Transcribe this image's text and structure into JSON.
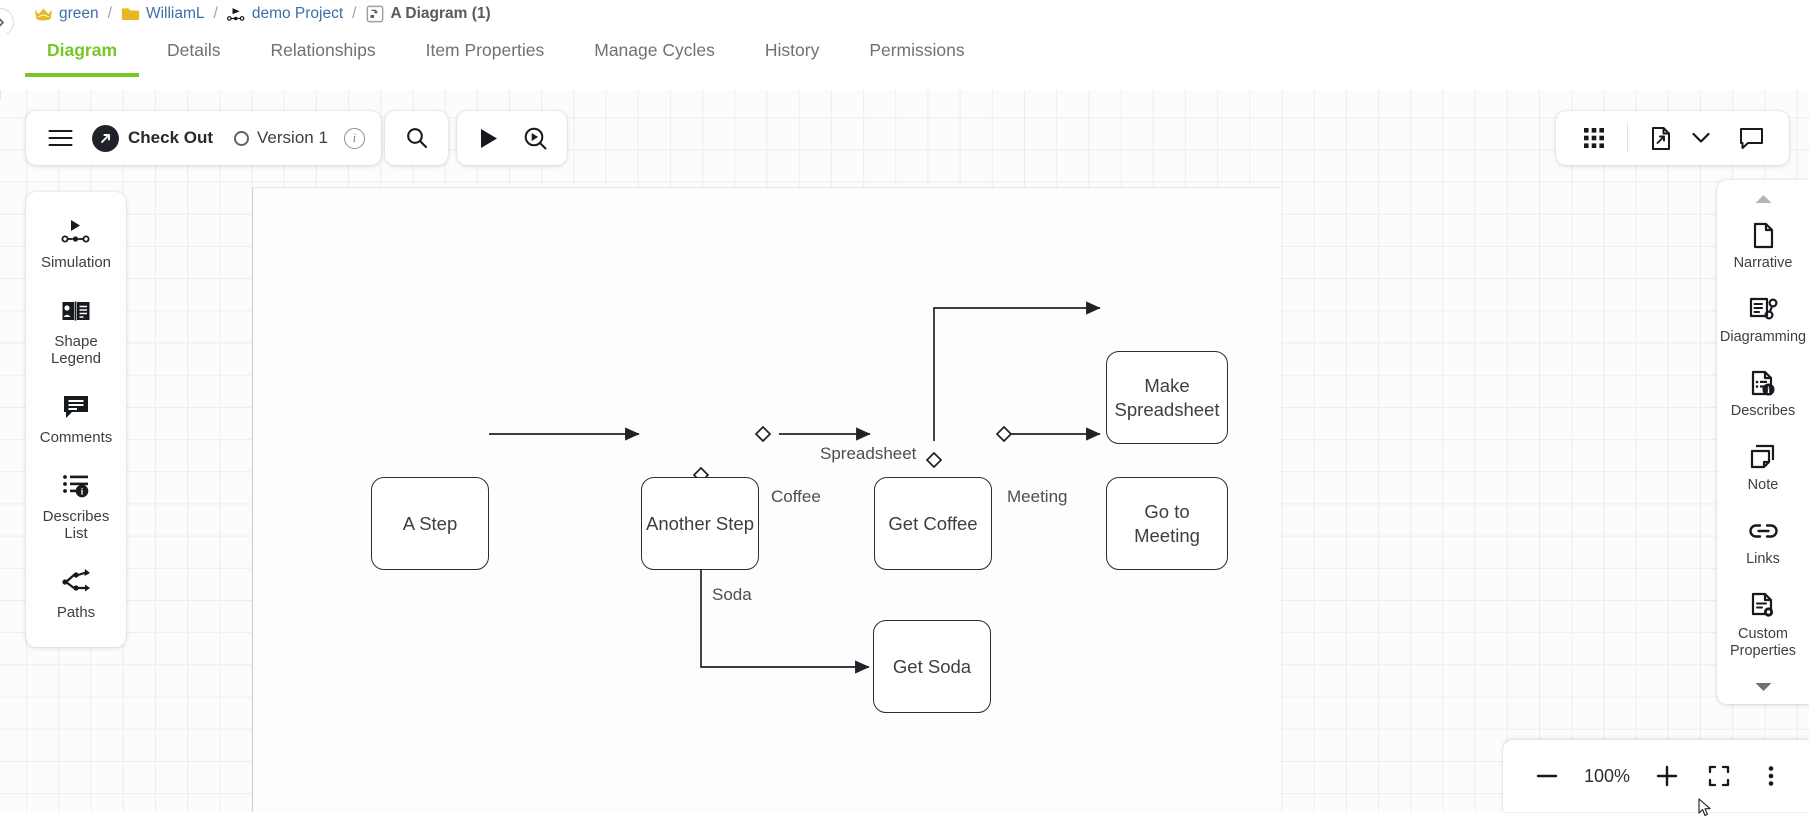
{
  "breadcrumb": {
    "items": [
      {
        "label": "green",
        "icon": "crown-icon",
        "type": "link"
      },
      {
        "label": "WilliamL",
        "icon": "folder-icon",
        "type": "link"
      },
      {
        "label": "demo Project",
        "icon": "project-flow-icon",
        "type": "link"
      },
      {
        "label": "A Diagram (1)",
        "icon": "diagram-icon",
        "type": "current"
      }
    ],
    "separator": "/",
    "collapse_icon": "chevron-right-icon"
  },
  "tabs": {
    "active": "Diagram",
    "items": [
      {
        "label": "Diagram"
      },
      {
        "label": "Details"
      },
      {
        "label": "Relationships"
      },
      {
        "label": "Item Properties"
      },
      {
        "label": "Manage Cycles"
      },
      {
        "label": "History"
      },
      {
        "label": "Permissions"
      }
    ]
  },
  "toolbar": {
    "menu_icon": "hamburger-menu-icon",
    "check_out_label": "Check Out",
    "check_out_icon": "arrow-out-circle-icon",
    "version_label": "Version 1",
    "version_icon": "circle-outline-icon",
    "info_label": "i",
    "search_icon": "search-icon",
    "play_icon": "play-icon",
    "play_inspect_icon": "play-in-circle-icon",
    "grid_icon": "grid-apps-icon",
    "export_icon": "file-export-icon",
    "chevron_icon": "chevron-down-icon",
    "comment_icon": "speech-bubble-icon"
  },
  "left_panel": {
    "items": [
      {
        "label": "Simulation",
        "icon": "simulation-icon"
      },
      {
        "label": "Shape Legend",
        "icon": "book-legend-icon"
      },
      {
        "label": "Comments",
        "icon": "comment-lines-icon"
      },
      {
        "label": "Describes List",
        "icon": "describes-list-icon"
      },
      {
        "label": "Paths",
        "icon": "paths-branch-icon"
      }
    ]
  },
  "right_panel": {
    "scroll_up_icon": "triangle-up-icon",
    "scroll_down_icon": "triangle-down-icon",
    "items": [
      {
        "label": "Narrative",
        "icon": "document-icon"
      },
      {
        "label": "Diagramming",
        "icon": "diagramming-icon"
      },
      {
        "label": "Describes",
        "icon": "describes-doc-icon"
      },
      {
        "label": "Note",
        "icon": "note-stack-icon"
      },
      {
        "label": "Links",
        "icon": "link-chain-icon"
      },
      {
        "label": "Custom Properties",
        "icon": "custom-properties-icon"
      }
    ]
  },
  "zoom_bar": {
    "minus_label": "−",
    "minus_icon": "zoom-out-icon",
    "percent": "100%",
    "plus_icon": "zoom-in-icon",
    "fit_icon": "fit-screen-icon",
    "more_icon": "more-vertical-icon"
  },
  "colors": {
    "accent_green": "#76c728",
    "link_blue": "#3d6ea8",
    "folder_yellow": "#e8b824",
    "node_stroke": "#2b2f33",
    "canvas_grid": "#ededf0"
  },
  "diagram": {
    "nodes": [
      {
        "id": "a-step",
        "label": "A Step"
      },
      {
        "id": "another-step",
        "label": "Another Step"
      },
      {
        "id": "get-coffee",
        "label": "Get Coffee"
      },
      {
        "id": "make-spreadsheet",
        "label": "Make Spreadsheet"
      },
      {
        "id": "go-to-meeting",
        "label": "Go to Meeting"
      },
      {
        "id": "get-soda",
        "label": "Get Soda"
      }
    ],
    "edge_labels": [
      {
        "id": "coffee",
        "label": "Coffee"
      },
      {
        "id": "spreadsheet",
        "label": "Spreadsheet"
      },
      {
        "id": "meeting",
        "label": "Meeting"
      },
      {
        "id": "soda",
        "label": "Soda"
      }
    ],
    "edges": [
      {
        "from": "a-step",
        "to": "another-step",
        "label": ""
      },
      {
        "from": "another-step",
        "to": "get-coffee",
        "label": "Coffee"
      },
      {
        "from": "another-step",
        "to": "get-soda",
        "label": "Soda"
      },
      {
        "from": "get-coffee",
        "to": "make-spreadsheet",
        "label": "Spreadsheet"
      },
      {
        "from": "get-coffee",
        "to": "go-to-meeting",
        "label": "Meeting"
      }
    ]
  }
}
